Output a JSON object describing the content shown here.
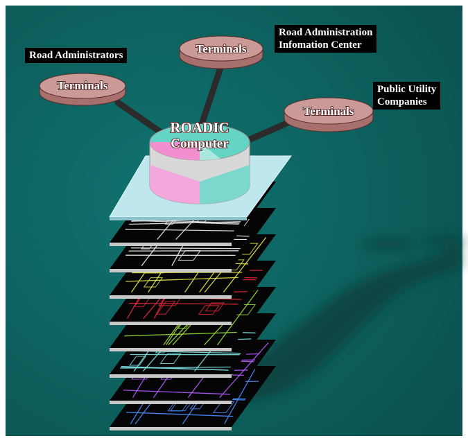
{
  "diagram": {
    "center": {
      "line1": "ROADIC",
      "line2": "Computer"
    },
    "terminal_label": "Terminals",
    "groups": [
      {
        "id": "road-administrators",
        "label": "Road Administrators"
      },
      {
        "id": "road-administration-infomation-center",
        "label": "Road Administration\nInfomation Center"
      },
      {
        "id": "public-utility-companies",
        "label": "Public Utility\nCompanies"
      }
    ],
    "map_layer_colors": [
      "#e8e8e8",
      "#f4f4f4",
      "#e6e64a",
      "#e8283c",
      "#9be03a",
      "#7fe0e0",
      "#b25cff",
      "#4a8cff"
    ]
  },
  "colors": {
    "background": "#0c5c58",
    "terminal_disk": "#c99a96",
    "platform": "#bfe7ee",
    "pie_teal": "#64d4c6",
    "pie_pink": "#f28fcf",
    "layer_edge": "#c8c8c8"
  }
}
